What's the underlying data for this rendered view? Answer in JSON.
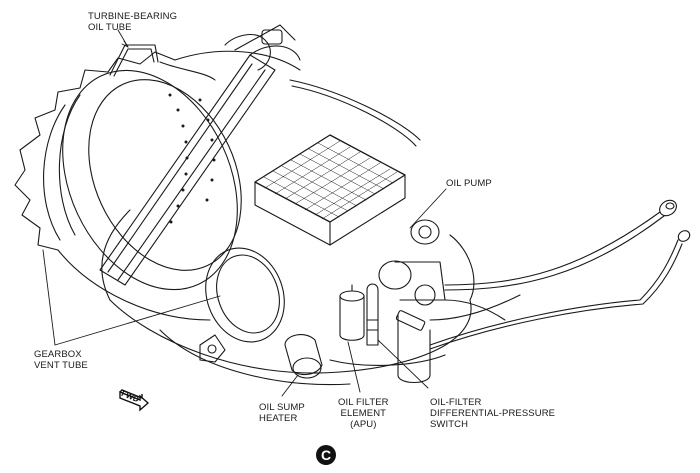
{
  "figure": {
    "subject": "APU oil system components",
    "badge_letter": "C",
    "direction_indicator": "FWD",
    "line_color": "#1a1a1a",
    "background": "#ffffff"
  },
  "callouts": {
    "turbine_bearing_oil_tube": [
      "TURBINE-BEARING",
      "OIL TUBE"
    ],
    "oil_pump": [
      "OIL PUMP"
    ],
    "gearbox_vent_tube": [
      "GEARBOX",
      "VENT TUBE"
    ],
    "oil_sump_heater": [
      "OIL SUMP",
      "HEATER"
    ],
    "oil_filter_element": [
      "OIL FILTER",
      "ELEMENT",
      "(APU)"
    ],
    "oil_filter_switch": [
      "OIL-FILTER",
      "DIFFERENTIAL-PRESSURE",
      "SWITCH"
    ]
  }
}
